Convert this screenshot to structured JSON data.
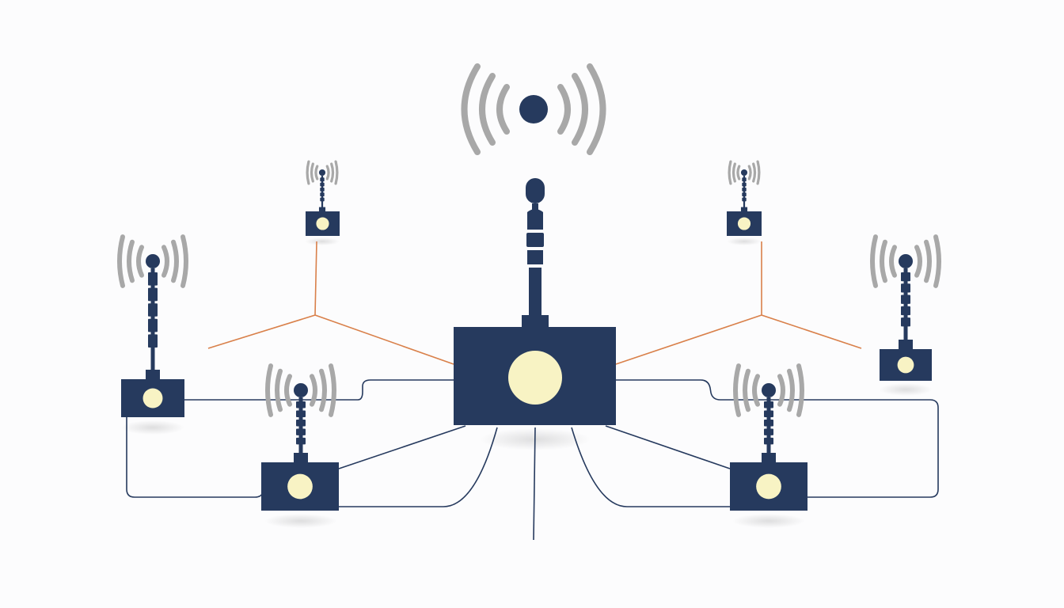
{
  "colors": {
    "node": "#263a5e",
    "light": "#f8f3c4",
    "signal": "#a8a8a8",
    "link": "#263a5e",
    "accent_link": "#d9804a",
    "background": "#fcfcfd"
  },
  "diagram": {
    "type": "wireless-network-topology",
    "nodes": [
      "central-hub",
      "broadcast-signal",
      "tower-top-left",
      "tower-top-right",
      "tower-left",
      "tower-right",
      "node-bottom-left",
      "node-bottom-right"
    ]
  }
}
